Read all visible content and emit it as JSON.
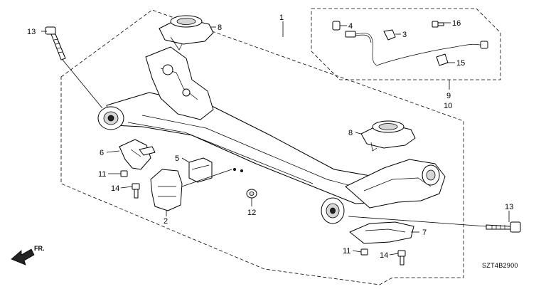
{
  "diagram_code": "SZT4B2900",
  "direction_label": "FR.",
  "callouts": [
    {
      "id": "c1",
      "text": "1"
    },
    {
      "id": "c2",
      "text": "2"
    },
    {
      "id": "c3",
      "text": "3"
    },
    {
      "id": "c4",
      "text": "4"
    },
    {
      "id": "c5",
      "text": "5"
    },
    {
      "id": "c6",
      "text": "6"
    },
    {
      "id": "c7",
      "text": "7"
    },
    {
      "id": "c8a",
      "text": "8"
    },
    {
      "id": "c8b",
      "text": "8"
    },
    {
      "id": "c9",
      "text": "9"
    },
    {
      "id": "c10",
      "text": "10"
    },
    {
      "id": "c11a",
      "text": "11"
    },
    {
      "id": "c11b",
      "text": "11"
    },
    {
      "id": "c12",
      "text": "12"
    },
    {
      "id": "c13a",
      "text": "13"
    },
    {
      "id": "c13b",
      "text": "13"
    },
    {
      "id": "c14a",
      "text": "14"
    },
    {
      "id": "c14b",
      "text": "14"
    },
    {
      "id": "c15",
      "text": "15"
    },
    {
      "id": "c16",
      "text": "16"
    }
  ]
}
